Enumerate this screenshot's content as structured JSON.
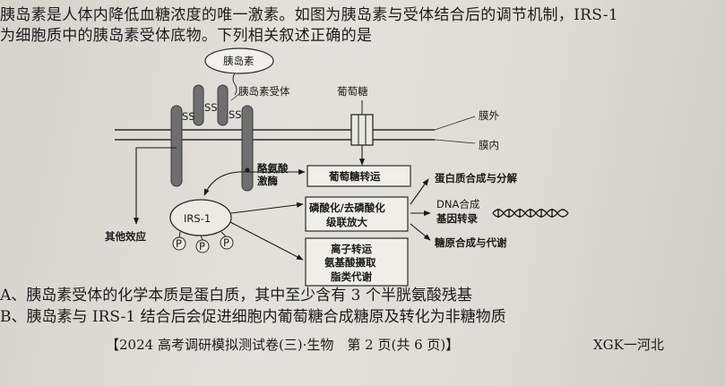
{
  "question": {
    "line1": "胰岛素是人体内降低血糖浓度的唯一激素。如图为胰岛素与受体结合后的调节机制，IRS-1",
    "line2": "为细胞质中的胰岛素受体底物。下列相关叙述正确的是"
  },
  "diagram": {
    "insulin": "胰岛素",
    "receptor": "胰岛素受体",
    "glucose": "葡萄糖",
    "outside": "膜外",
    "inside": "膜内",
    "ss": "SS",
    "tyr_kinase_1": "酪氨酸",
    "tyr_kinase_2": "激酶",
    "irs": "IRS-1",
    "phosphate": "P",
    "other_effects": "其他效应",
    "box_glucose_transport": "葡萄糖转运",
    "box_phos_1": "磷酸化/去磷酸化",
    "box_phos_2": "级联放大",
    "box_ion_1": "离子转运",
    "box_ion_2": "氨基酸摄取",
    "box_ion_3": "脂类代谢",
    "out_protein": "蛋白质合成与分解",
    "out_dna_1": "DNA合成",
    "out_dna_2": "基因转录",
    "out_glycogen": "糖原合成与代谢"
  },
  "options": {
    "a": "A、胰岛素受体的化学本质是蛋白质，其中至少含有 3 个半胱氨酸残基",
    "b": "B、胰岛素与 IRS-1 结合后会促进细胞内葡萄糖合成糖原及转化为非糖物质"
  },
  "footer": {
    "title": "【2024 高考调研模拟测试卷(三)·生物　第 2 页(共 6 页)】",
    "region": "XGK一河北"
  },
  "colors": {
    "membrane": "#2a2a2a",
    "receptor_fill": "#6f6f6f"
  }
}
